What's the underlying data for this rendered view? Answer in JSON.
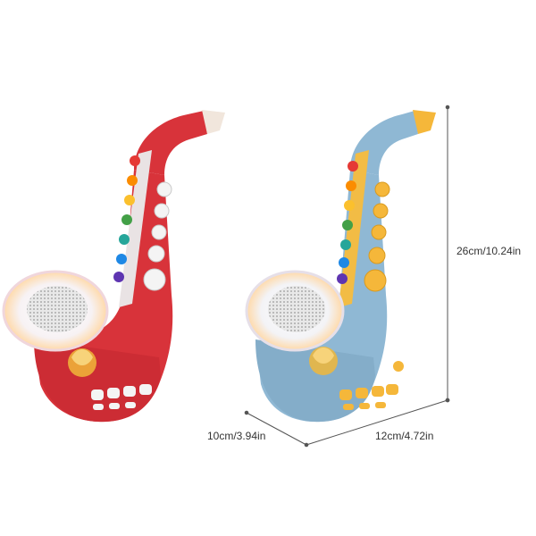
{
  "dimensions": {
    "height_label": "26cm/10.24in",
    "depth_label": "10cm/3.94in",
    "width_label": "12cm/4.72in"
  },
  "products": [
    {
      "name": "red-saxophone",
      "body_color": "#d8333a",
      "accent_color": "#f3f3f3"
    },
    {
      "name": "blue-saxophone",
      "body_color": "#8fb8d4",
      "accent_color": "#f5b73a"
    }
  ],
  "key_colors": [
    "#e53935",
    "#fb8c00",
    "#fbc02d",
    "#43a047",
    "#26a69a",
    "#1e88e5",
    "#5e35b1"
  ]
}
